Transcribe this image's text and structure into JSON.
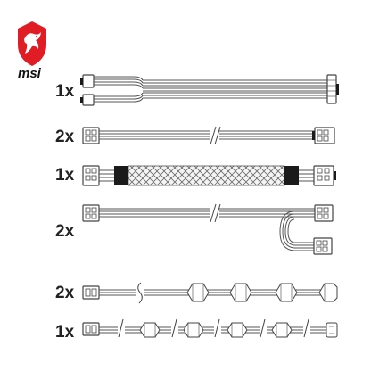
{
  "brand": {
    "logo_text": "msi",
    "shield_color": "#e01c24",
    "dragon_color": "#ffffff",
    "icon": "msi-dragon-shield-icon"
  },
  "cables": [
    {
      "quantity": "1x",
      "kind": "main-power-cable"
    },
    {
      "quantity": "2x",
      "kind": "pcie-power-cable"
    },
    {
      "quantity": "1x",
      "kind": "sleeved-gpu-cable"
    },
    {
      "quantity": "2x",
      "kind": "split-pcie-cable"
    },
    {
      "quantity": "2x",
      "kind": "sata-chain-cable"
    },
    {
      "quantity": "1x",
      "kind": "molex-chain-cable"
    }
  ]
}
